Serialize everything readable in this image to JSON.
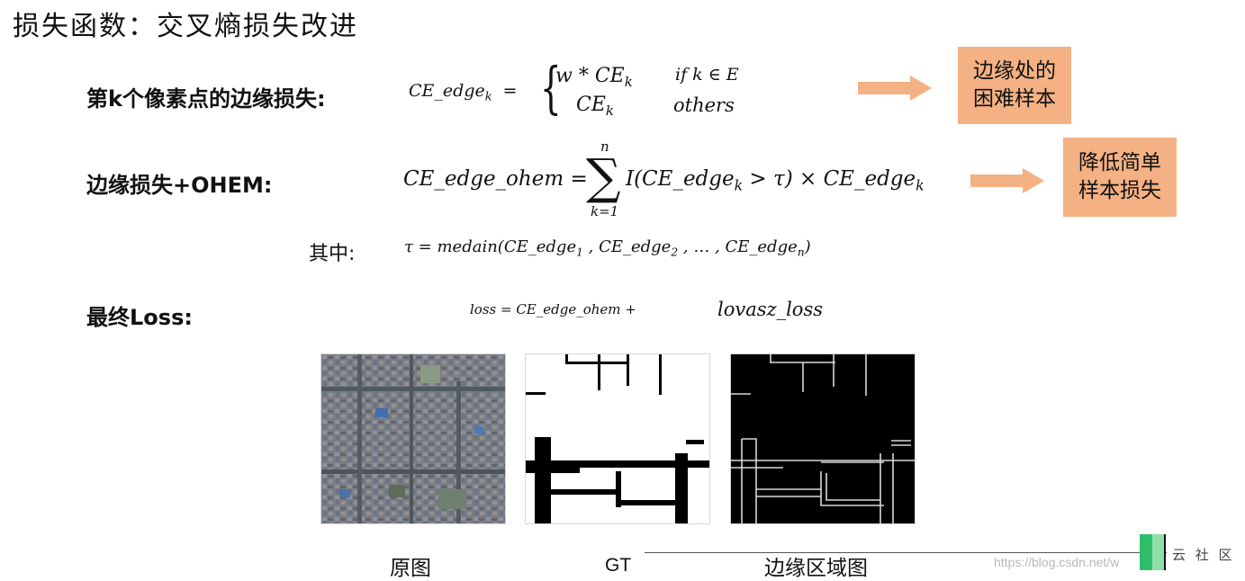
{
  "title": "损失函数：交叉熵损失改进",
  "rows": {
    "edge_loss": {
      "label": "第k个像素点的边缘损失:",
      "lhs": "CE_edge",
      "lhs_sub": "k",
      "equals": "=",
      "case1_expr": "w * CE",
      "case1_sub": "k",
      "case1_cond": "if k ∈ E",
      "case2_expr": "CE",
      "case2_sub": "k",
      "case2_cond": "others"
    },
    "ohem": {
      "label": "边缘损失+OHEM:",
      "lhs": "CE_edge_ohem =",
      "sum_top": "n",
      "sum_bottom": "k=1",
      "rhs_a": "I(CE_edge",
      "rhs_a_sub": "k",
      "rhs_b": "> τ) × CE_edge",
      "rhs_b_sub": "k"
    },
    "tau": {
      "label": "其中:",
      "p1": "τ = medain(CE_edge",
      "p1_sub": "1",
      "p2": ", CE_edge",
      "p2_sub": "2",
      "p3": ", … , CE_edge",
      "p3_sub": "n",
      "p4": ")"
    },
    "final": {
      "label": "最终Loss:",
      "formula_a": "loss = CE_edge_ohem +",
      "formula_b": "lovasz_loss"
    }
  },
  "callouts": {
    "box1_line1": "边缘处的",
    "box1_line2": "困难样本",
    "box2_line1": "降低简单",
    "box2_line2": "样本损失"
  },
  "images": {
    "original_caption": "原图",
    "gt_caption": "GT",
    "edge_caption": "边缘区域图"
  },
  "footer": {
    "watermark": "https://blog.csdn.net/w",
    "logo_text": "云 社 区"
  },
  "colors": {
    "callout_fill": "#f4b183",
    "arrow_fill": "#f4b183"
  }
}
